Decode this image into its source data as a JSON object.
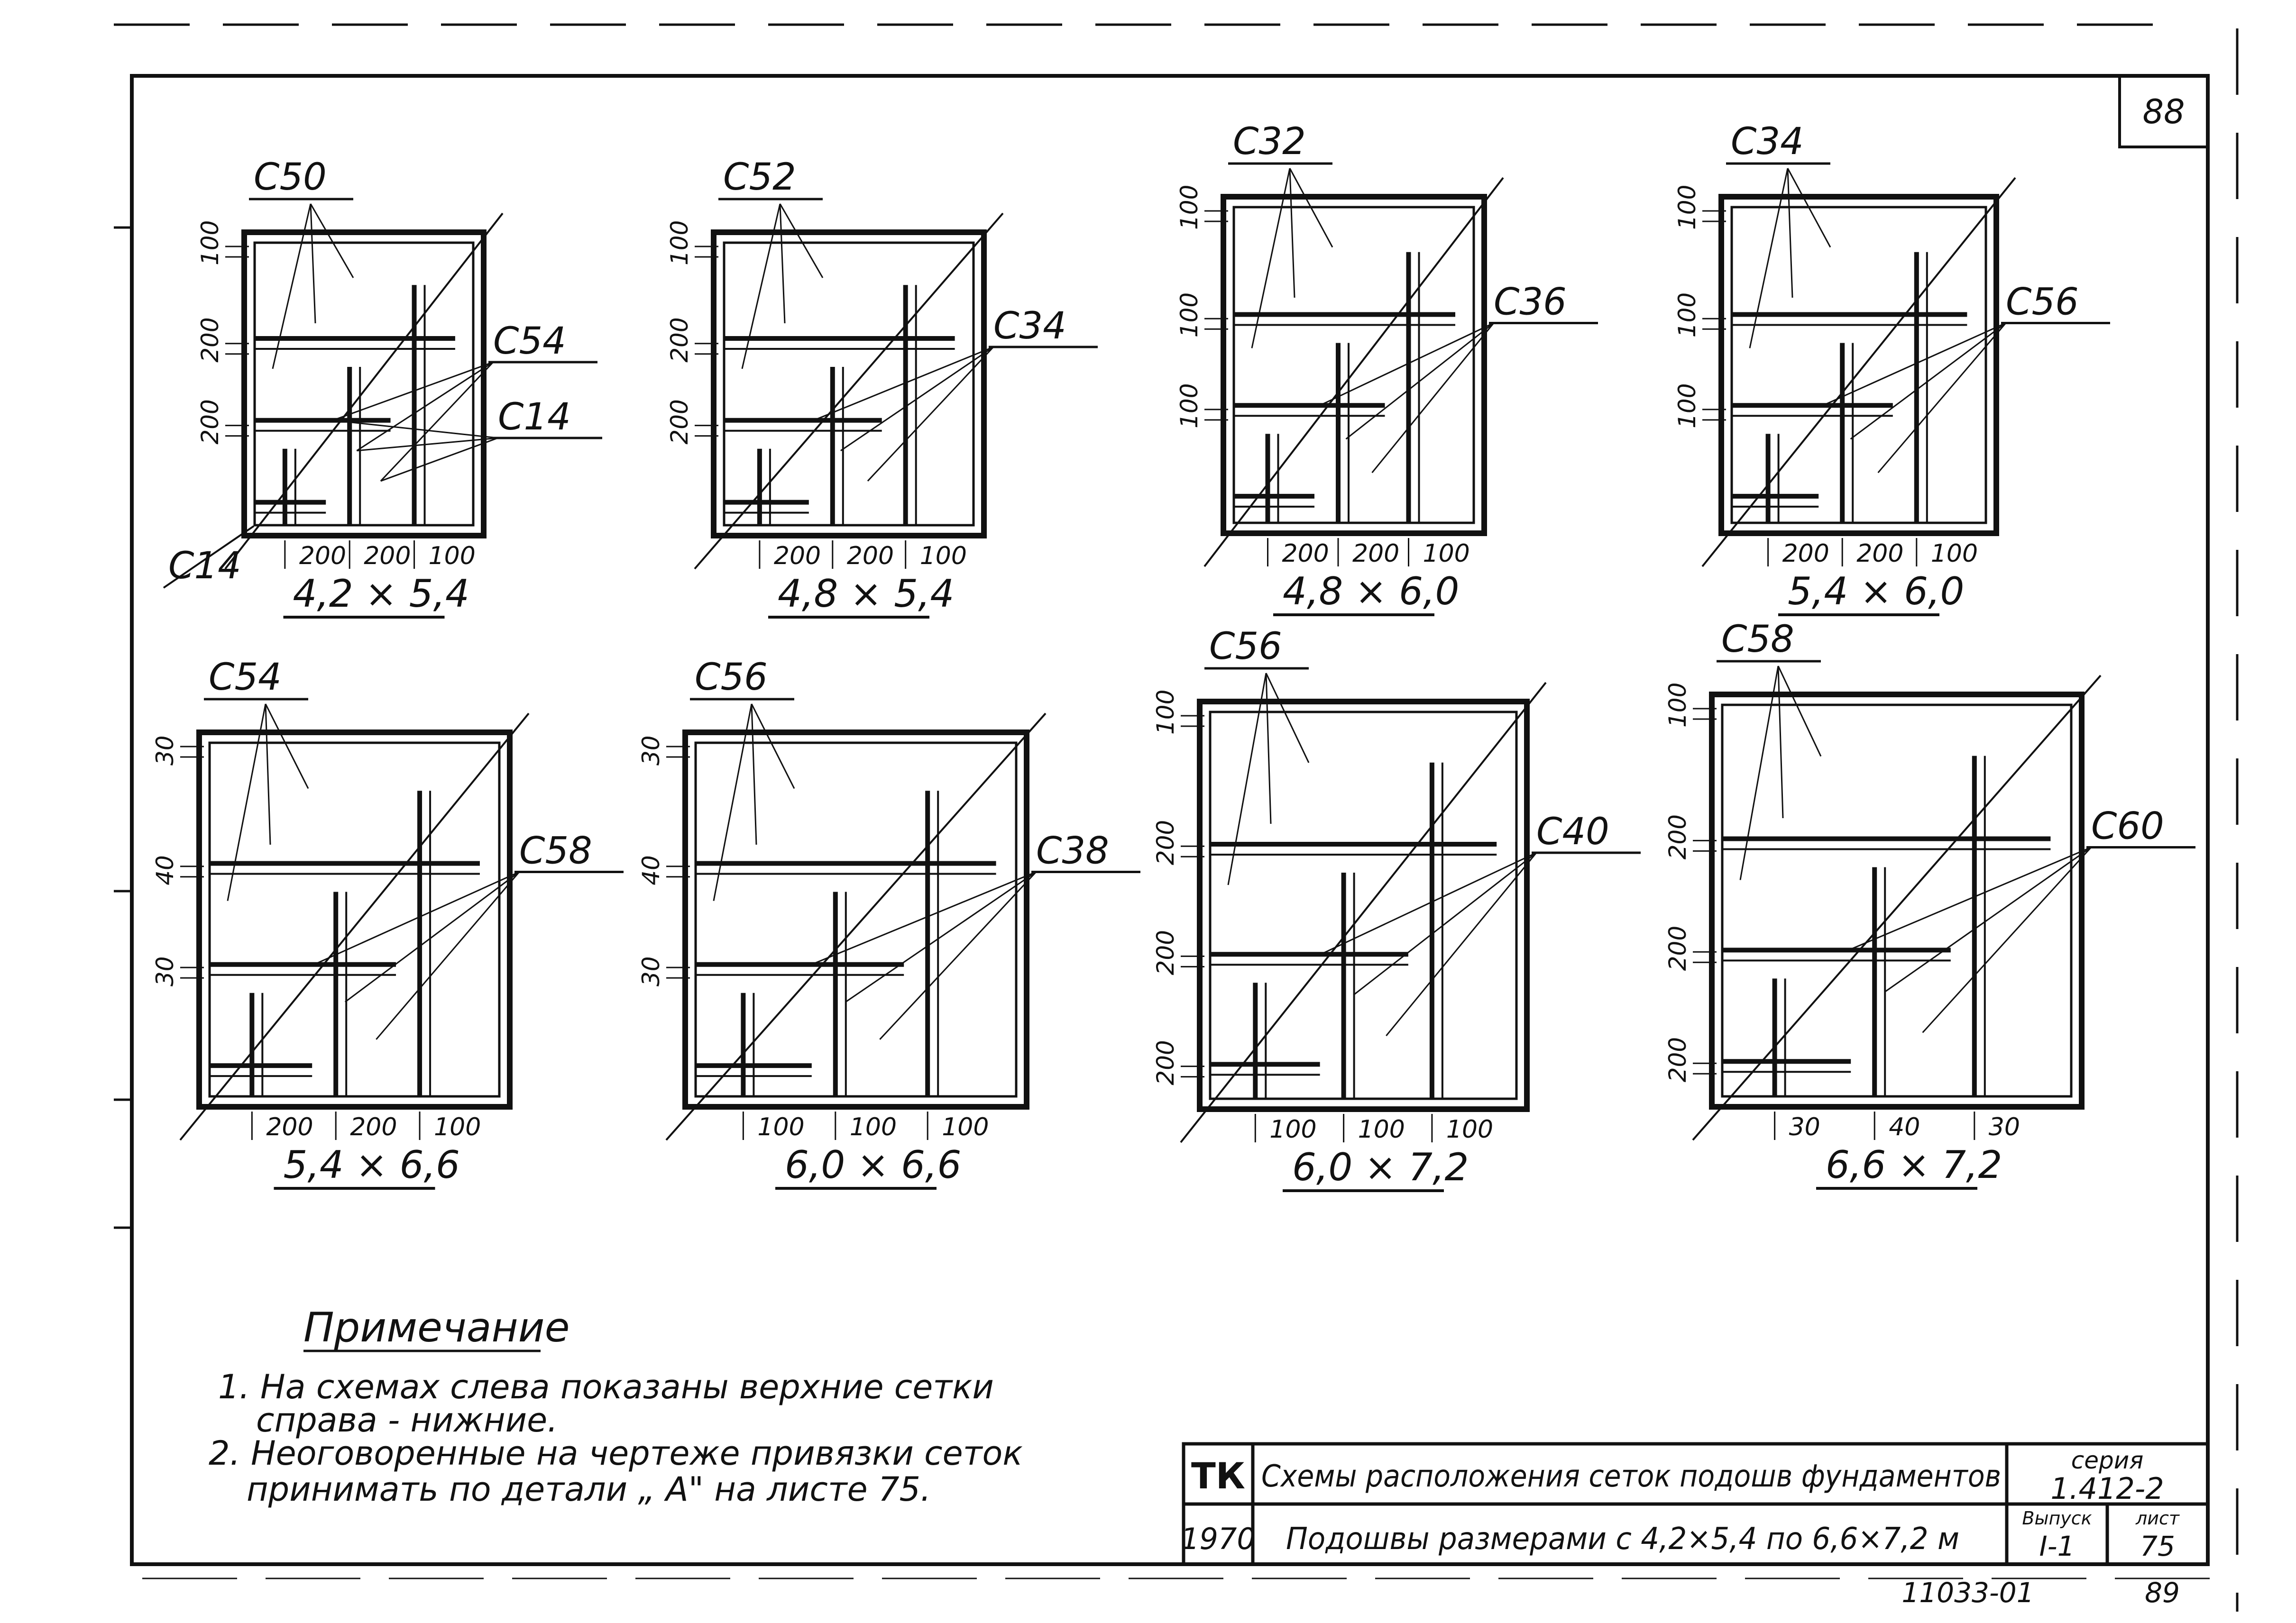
{
  "sheet_number_top": "88",
  "sheet_number_bottom": "89",
  "drawing_code": "11033-01",
  "notes": {
    "heading": "Примечание",
    "items": [
      "1. На схемах  слева показаны верхние сетки",
      "справа - нижние.",
      "2. Неоговоренные   на чертеже привязки сеток",
      "принимать  по детали „ А\"  на листе 75."
    ]
  },
  "title_block": {
    "org": "ТК",
    "year": "1970",
    "title_line1": "Схемы расположения сеток подошв фундаментов",
    "title_line2": "Подошвы размерами с 4,2×5,4  по  6,6×7,2 м",
    "series_label": "серия",
    "series_value": "1.412-2",
    "issue_label": "Выпуск",
    "issue_value": "I-1",
    "sheet_label": "лист",
    "sheet_value": "75"
  },
  "schemes": [
    {
      "size": "4,2 × 5,4",
      "top_mesh": "С50",
      "side_labels": [
        "С54",
        "С14"
      ],
      "corner_label": "С14",
      "left_dims": [
        "100",
        "200",
        "200"
      ],
      "bottom_dims": [
        "200",
        "200",
        "100"
      ]
    },
    {
      "size": "4,8 × 5,4",
      "top_mesh": "С52",
      "side_labels": [
        "С34"
      ],
      "corner_label": "",
      "left_dims": [
        "100",
        "200",
        "200"
      ],
      "bottom_dims": [
        "200",
        "200",
        "100"
      ]
    },
    {
      "size": "4,8 × 6,0",
      "top_mesh": "С32",
      "side_labels": [
        "С36"
      ],
      "corner_label": "",
      "left_dims": [
        "100",
        "100",
        "100"
      ],
      "bottom_dims": [
        "200",
        "200",
        "100"
      ]
    },
    {
      "size": "5,4 × 6,0",
      "top_mesh": "С34",
      "side_labels": [
        "С56"
      ],
      "corner_label": "",
      "left_dims": [
        "100",
        "100",
        "100"
      ],
      "bottom_dims": [
        "200",
        "200",
        "100"
      ]
    },
    {
      "size": "5,4 × 6,6",
      "top_mesh": "С54",
      "side_labels": [
        "С58"
      ],
      "corner_label": "",
      "left_dims": [
        "30",
        "40",
        "30"
      ],
      "bottom_dims": [
        "200",
        "200",
        "100"
      ]
    },
    {
      "size": "6,0 × 6,6",
      "top_mesh": "С56",
      "side_labels": [
        "С38"
      ],
      "corner_label": "",
      "left_dims": [
        "30",
        "40",
        "30"
      ],
      "bottom_dims": [
        "100",
        "100",
        "100"
      ]
    },
    {
      "size": "6,0 × 7,2",
      "top_mesh": "С56",
      "side_labels": [
        "С40"
      ],
      "corner_label": "",
      "left_dims": [
        "100",
        "200",
        "200",
        "200"
      ],
      "bottom_dims": [
        "100",
        "100",
        "100"
      ]
    },
    {
      "size": "6,6 × 7,2",
      "top_mesh": "С58",
      "side_labels": [
        "С60"
      ],
      "corner_label": "",
      "left_dims": [
        "100",
        "200",
        "200",
        "200"
      ],
      "bottom_dims": [
        "30",
        "40",
        "30"
      ]
    }
  ]
}
